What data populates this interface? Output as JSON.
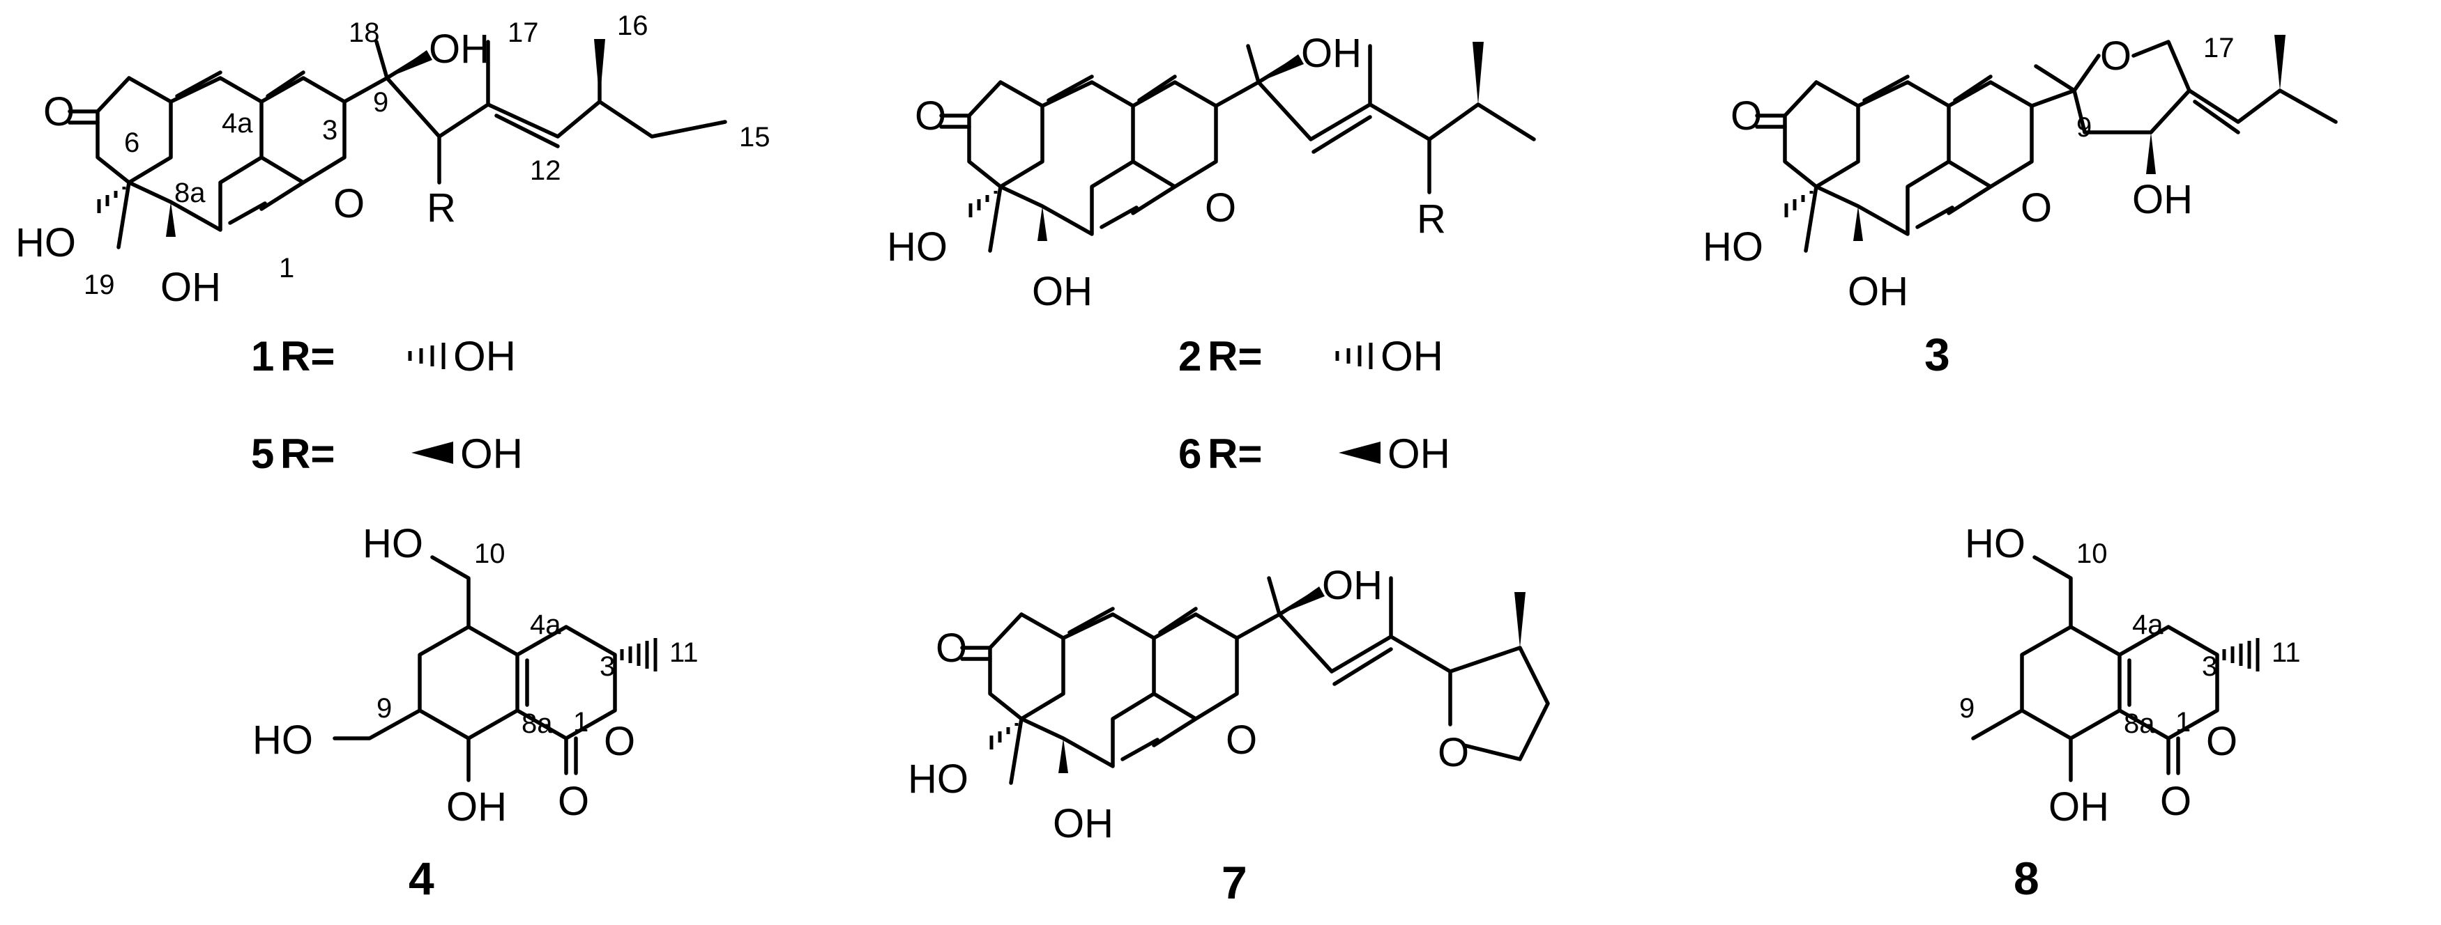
{
  "compounds": {
    "c1": {
      "label": "1",
      "r_prefix": "R=",
      "r_value": "OH"
    },
    "c2": {
      "label": "2",
      "r_prefix": "R=",
      "r_value": "OH"
    },
    "c3": {
      "label": "3"
    },
    "c4": {
      "label": "4"
    },
    "c5": {
      "label": "5",
      "r_prefix": "R=",
      "r_value": "OH"
    },
    "c6": {
      "label": "6",
      "r_prefix": "R=",
      "r_value": "OH"
    },
    "c7": {
      "label": "7"
    },
    "c8": {
      "label": "8"
    }
  },
  "atoms": {
    "O": "O",
    "OH": "OH",
    "HO": "HO",
    "R": "R"
  },
  "numbering": {
    "n1": "1",
    "n3": "3",
    "n4a": "4a",
    "n6": "6",
    "n8a": "8a",
    "n9": "9",
    "n10": "10",
    "n11": "11",
    "n12": "12",
    "n15": "15",
    "n16": "16",
    "n17": "17",
    "n18": "18",
    "n19": "19"
  }
}
